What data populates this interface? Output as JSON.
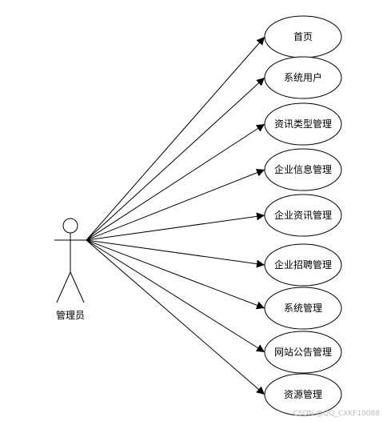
{
  "diagram": {
    "actor": {
      "name": "管理员"
    },
    "use_cases": [
      {
        "label": "首页"
      },
      {
        "label": "系统用户"
      },
      {
        "label": "资讯类型管理"
      },
      {
        "label": "企业信息管理"
      },
      {
        "label": "企业资讯管理"
      },
      {
        "label": "企业招聘管理"
      },
      {
        "label": "系统管理"
      },
      {
        "label": "网站公告管理"
      },
      {
        "label": "资源管理"
      }
    ],
    "colors": {
      "stroke": "#000000",
      "background": "#ffffff",
      "watermark": "#bdbdbd"
    }
  },
  "watermark": "CSDN @QQ_CXKF10088"
}
